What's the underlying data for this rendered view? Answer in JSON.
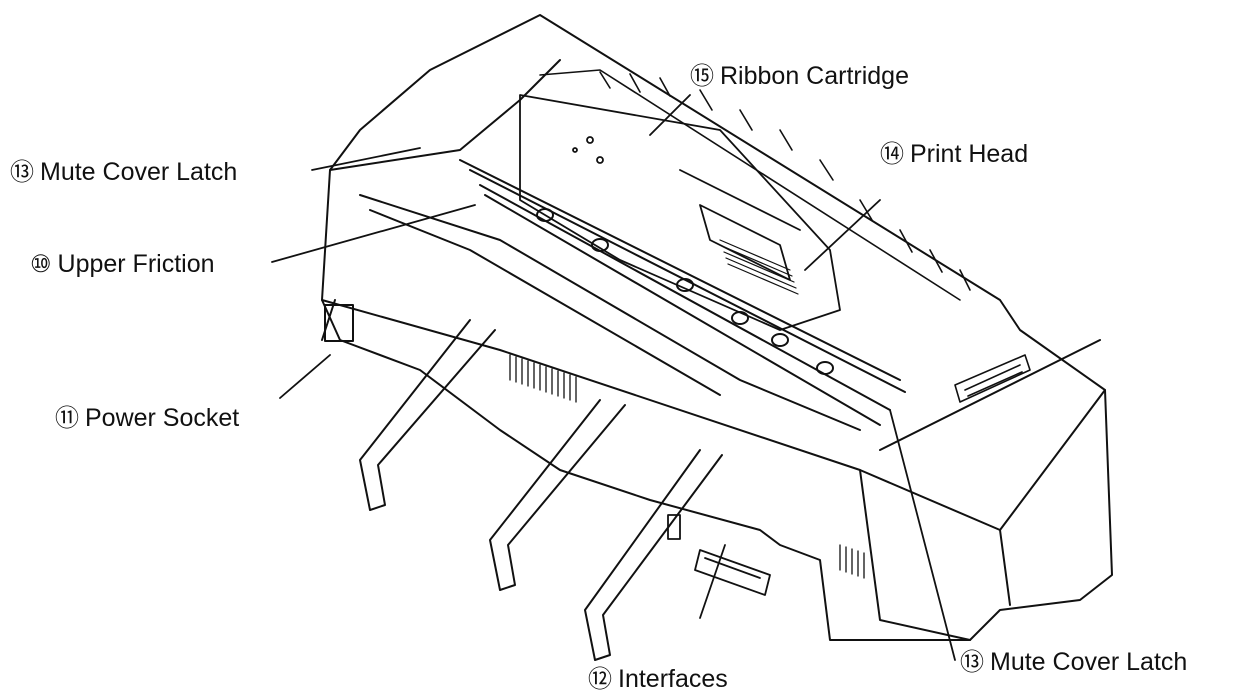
{
  "labels": {
    "ribbon_cartridge": {
      "number": "⑮",
      "text": "Ribbon Cartridge"
    },
    "mute_cover_latch_left": {
      "number": "⑬",
      "text": "Mute Cover Latch"
    },
    "print_head": {
      "number": "⑭",
      "text": "Print Head"
    },
    "upper_friction": {
      "number": "⑩",
      "text": "Upper Friction"
    },
    "power_socket": {
      "number": "⑪",
      "text": "Power Socket"
    },
    "interfaces": {
      "number": "⑫",
      "text": "Interfaces"
    },
    "mute_cover_latch_right": {
      "number": "⑬",
      "text": "Mute Cover Latch"
    }
  },
  "colors": {
    "line": "#111111",
    "background": "#ffffff"
  }
}
